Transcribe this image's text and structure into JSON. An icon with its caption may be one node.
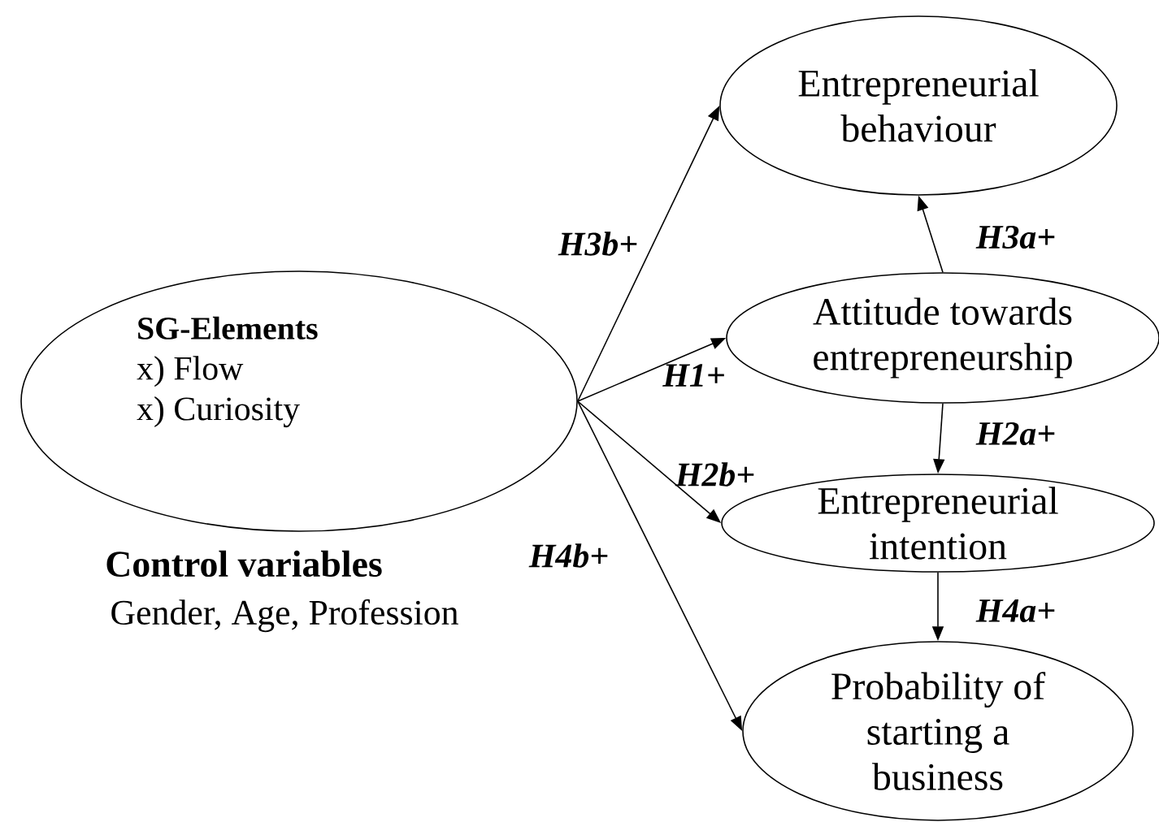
{
  "diagram": {
    "nodes": [
      {
        "text": [
          "SG-Elements",
          "x) Flow",
          "x) Curiosity"
        ]
      },
      {
        "text": [
          "Entrepreneurial behaviour"
        ]
      },
      {
        "text": [
          "Attitude towards entrepreneurship"
        ]
      },
      {
        "text": [
          "Entrepreneurial intention"
        ]
      },
      {
        "text": [
          "Probability of starting a business"
        ]
      }
    ],
    "edges": [
      {
        "from": 0,
        "to": 1,
        "arrow": "to",
        "label": "H3b+"
      },
      {
        "from": 0,
        "to": 2,
        "arrow": "to",
        "label": "H1+"
      },
      {
        "from": 0,
        "to": 3,
        "arrow": "to",
        "label": "H2b+"
      },
      {
        "from": 0,
        "to": 4,
        "arrow": "to",
        "label": "H4b+"
      },
      {
        "from": 2,
        "to": 1,
        "arrow": "to",
        "label": "H3a+"
      },
      {
        "from": 2,
        "to": 3,
        "arrow": "to",
        "label": "H2a+"
      },
      {
        "from": 3,
        "to": 4,
        "arrow": "to",
        "label": "H4a+"
      }
    ],
    "labels": [
      "Control variables",
      "Gender, Age, Profession"
    ]
  }
}
